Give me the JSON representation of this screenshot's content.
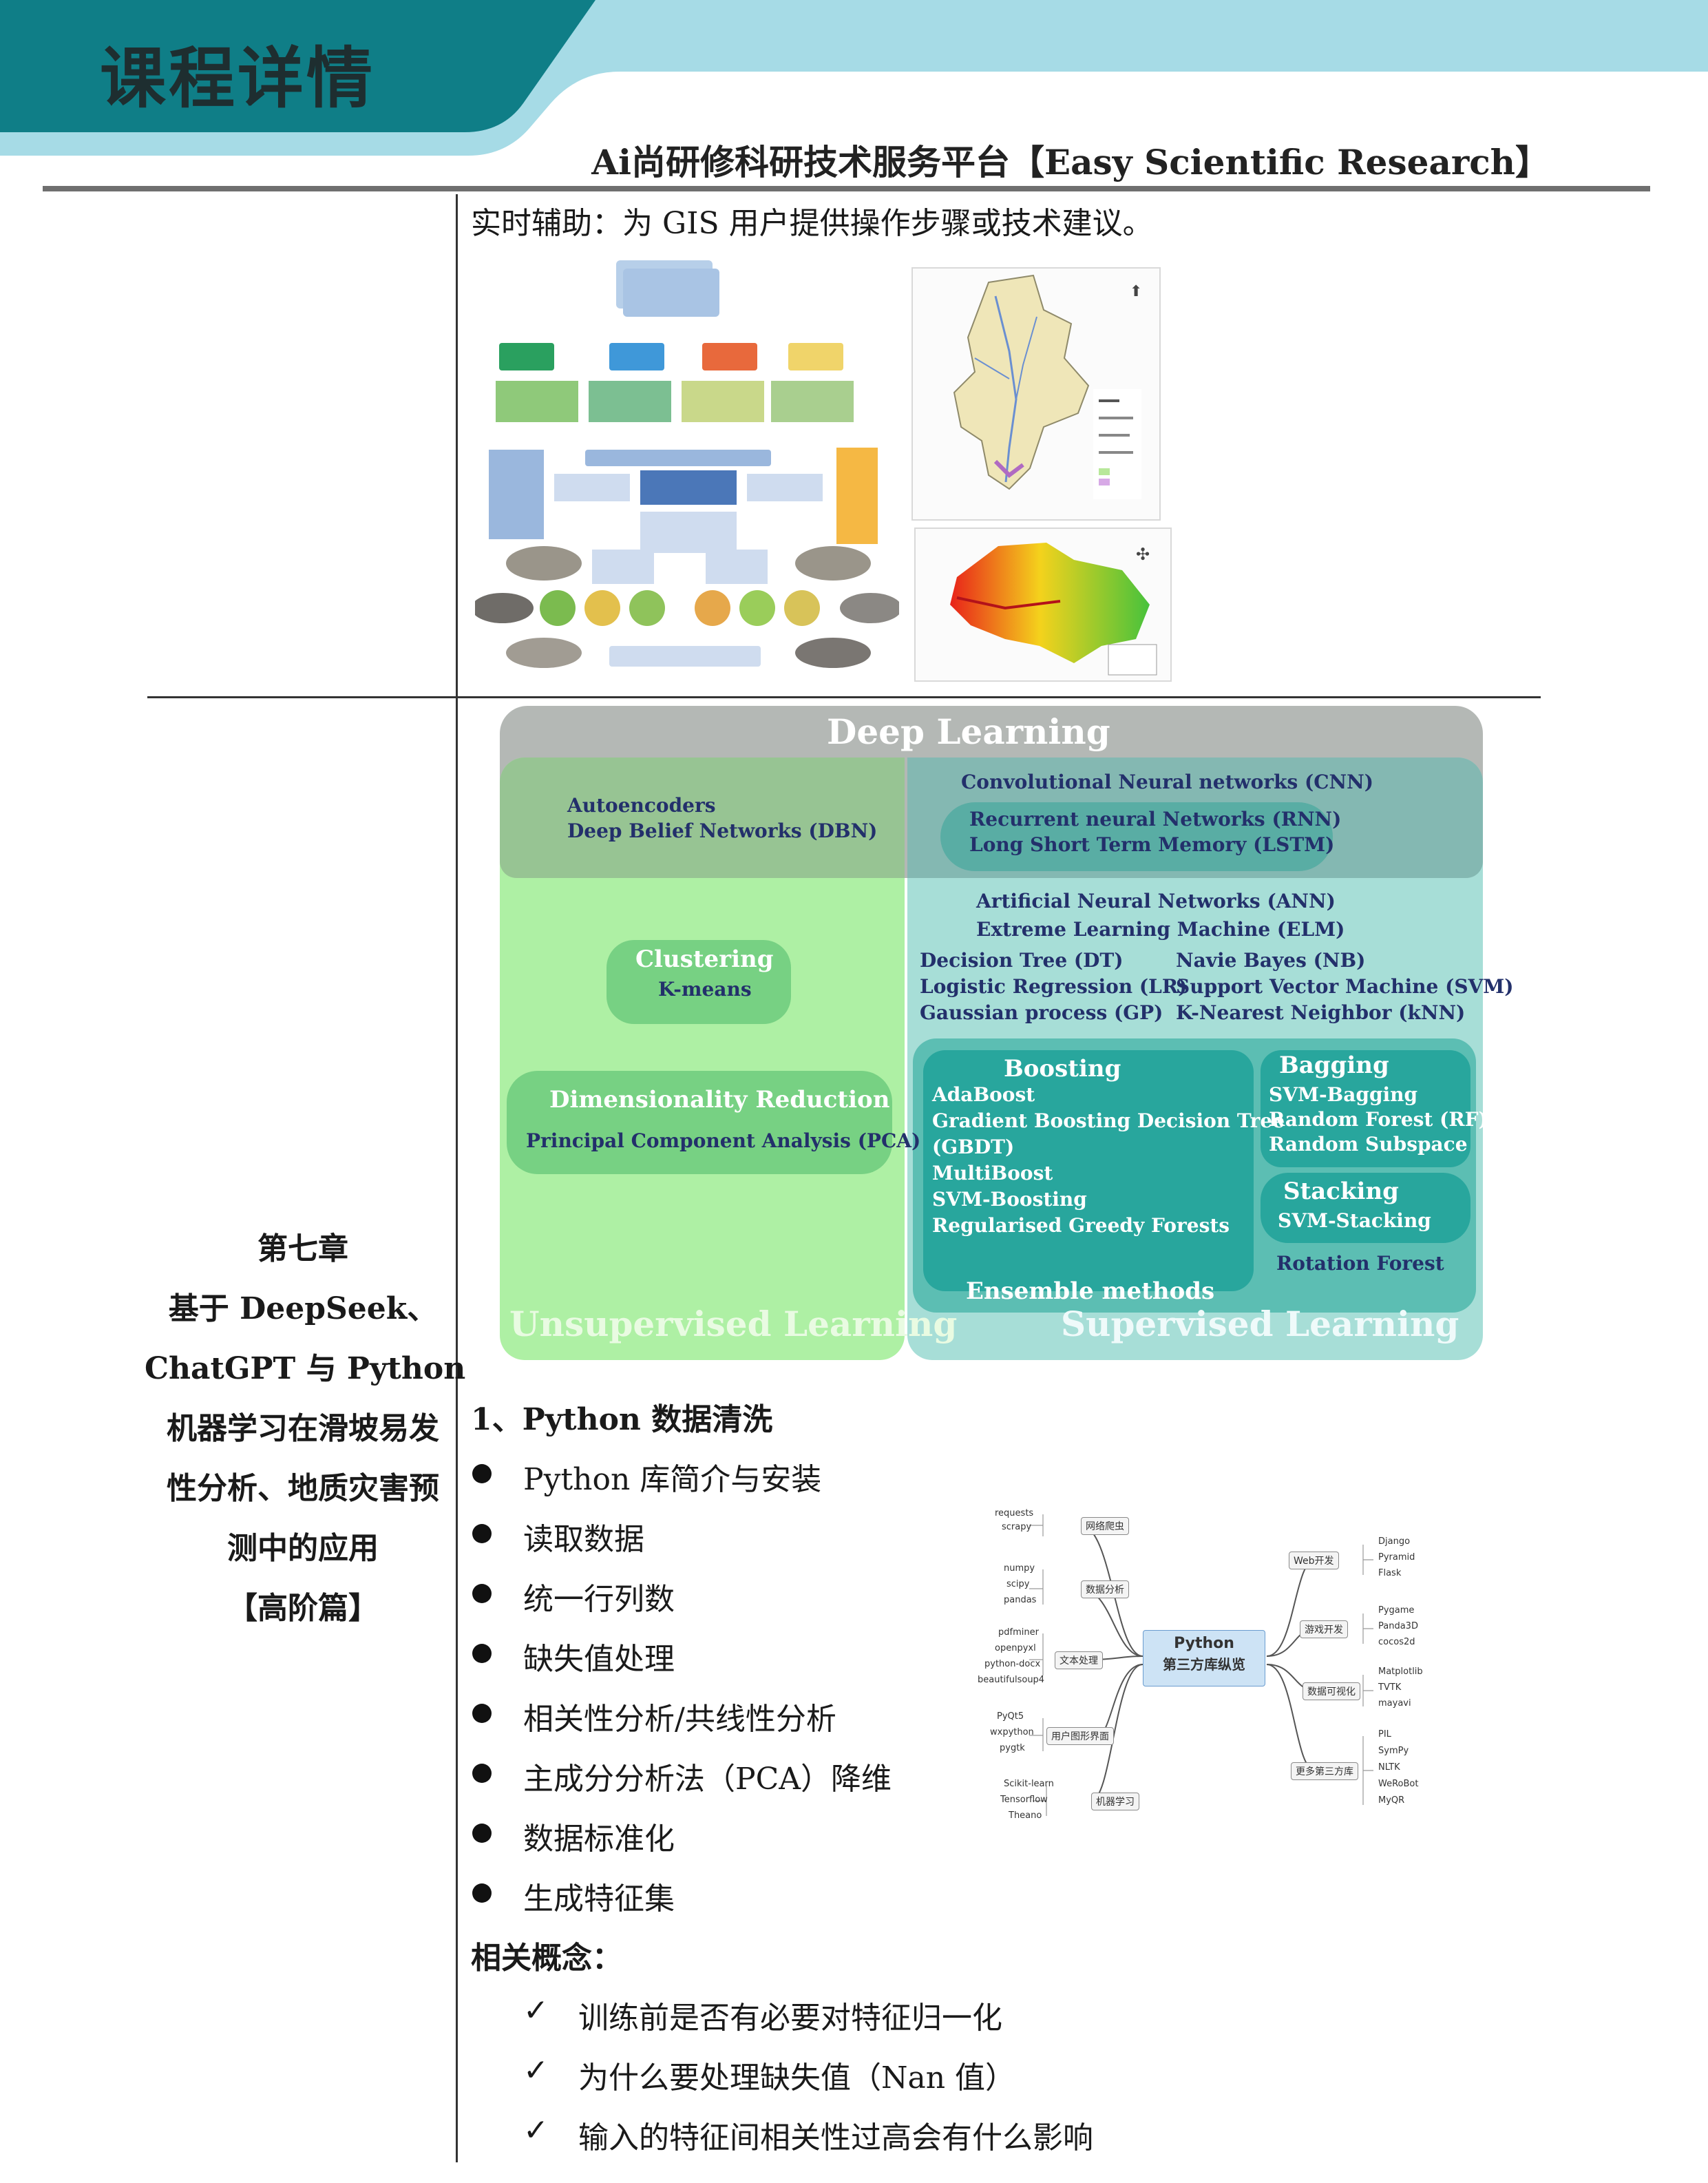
{
  "header": {
    "title": "课程详情",
    "subtitle": "Ai尚研修科研技术服务平台【Easy Scientific Research】",
    "colors": {
      "teal": "#0f7e87",
      "light_blue": "#a6dbe6"
    }
  },
  "top_cell": {
    "text": "实时辅助：为 GIS 用户提供操作步骤或技术建议。"
  },
  "chapter": {
    "lines": [
      "第七章",
      "基于 DeepSeek、",
      "ChatGPT 与 Python",
      "机器学习在滑坡易发",
      "性分析、地质灾害预",
      "测中的应用",
      "【高阶篇】"
    ]
  },
  "deep_learning_diagram": {
    "title": "Deep Learning",
    "dl_left": [
      "Autoencoders",
      "Deep Belief Networks (DBN)"
    ],
    "dl_right_top": "Convolutional Neural networks (CNN)",
    "dl_right_inner": [
      "Recurrent neural Networks (RNN)",
      "Long Short Term Memory (LSTM)"
    ],
    "ann": [
      "Artificial Neural Networks (ANN)",
      "Extreme Learning Machine (ELM)"
    ],
    "classic_left": [
      "Decision Tree (DT)",
      "Logistic Regression (LR)",
      "Gaussian process (GP)"
    ],
    "classic_right": [
      "Navie Bayes (NB)",
      "Support Vector Machine (SVM)",
      "K-Nearest Neighbor (kNN)"
    ],
    "clustering": {
      "title": "Clustering",
      "item": "K-means"
    },
    "dim_reduction": {
      "title": "Dimensionality Reduction",
      "item": "Principal Component Analysis (PCA)"
    },
    "boosting": {
      "title": "Boosting",
      "items": [
        "AdaBoost",
        "Gradient Boosting Decision Tree",
        "(GBDT)",
        "MultiBoost",
        "SVM-Boosting",
        "Regularised Greedy Forests"
      ]
    },
    "bagging": {
      "title": "Bagging",
      "items": [
        "SVM-Bagging",
        "Random Forest (RF)",
        "Random Subspace"
      ]
    },
    "stacking": {
      "title": "Stacking",
      "item": "SVM-Stacking"
    },
    "rotation_forest": "Rotation Forest",
    "ensemble_label": "Ensemble methods",
    "unsupervised_label": "Unsupervised Learning",
    "supervised_label": "Supervised Learning"
  },
  "section1": {
    "title": "1、Python 数据清洗",
    "bullets": [
      "Python 库简介与安装",
      "读取数据",
      "统一行列数",
      "缺失值处理",
      "相关性分析/共线性分析",
      "主成分分析法（PCA）降维",
      "数据标准化",
      "生成特征集"
    ],
    "concepts_title": "相关概念：",
    "checkmark": "✓",
    "concepts": [
      "训练前是否有必要对特征归一化",
      "为什么要处理缺失值（Nan 值）",
      "输入的特征间相关性过高会有什么影响"
    ]
  },
  "mindmap": {
    "center": [
      "Python",
      "第三方库纵览"
    ],
    "left": [
      {
        "label": "网络爬虫",
        "leaves": [
          "requests",
          "scrapy"
        ]
      },
      {
        "label": "数据分析",
        "leaves": [
          "numpy",
          "scipy",
          "pandas"
        ]
      },
      {
        "label": "文本处理",
        "leaves": [
          "pdfminer",
          "openpyxl",
          "python-docx",
          "beautifulsoup4"
        ]
      },
      {
        "label": "用户图形界面",
        "leaves": [
          "PyQt5",
          "wxpython",
          "pygtk"
        ]
      },
      {
        "label": "机器学习",
        "leaves": [
          "Scikit-learn",
          "Tensorflow",
          "Theano"
        ]
      }
    ],
    "right": [
      {
        "label": "Web开发",
        "leaves": [
          "Django",
          "Pyramid",
          "Flask"
        ]
      },
      {
        "label": "游戏开发",
        "leaves": [
          "Pygame",
          "Panda3D",
          "cocos2d"
        ]
      },
      {
        "label": "数据可视化",
        "leaves": [
          "Matplotlib",
          "TVTK",
          "mayavi"
        ]
      },
      {
        "label": "更多第三方库",
        "leaves": [
          "PIL",
          "SymPy",
          "NLTK",
          "WeRoBot",
          "MyQR"
        ]
      }
    ]
  }
}
